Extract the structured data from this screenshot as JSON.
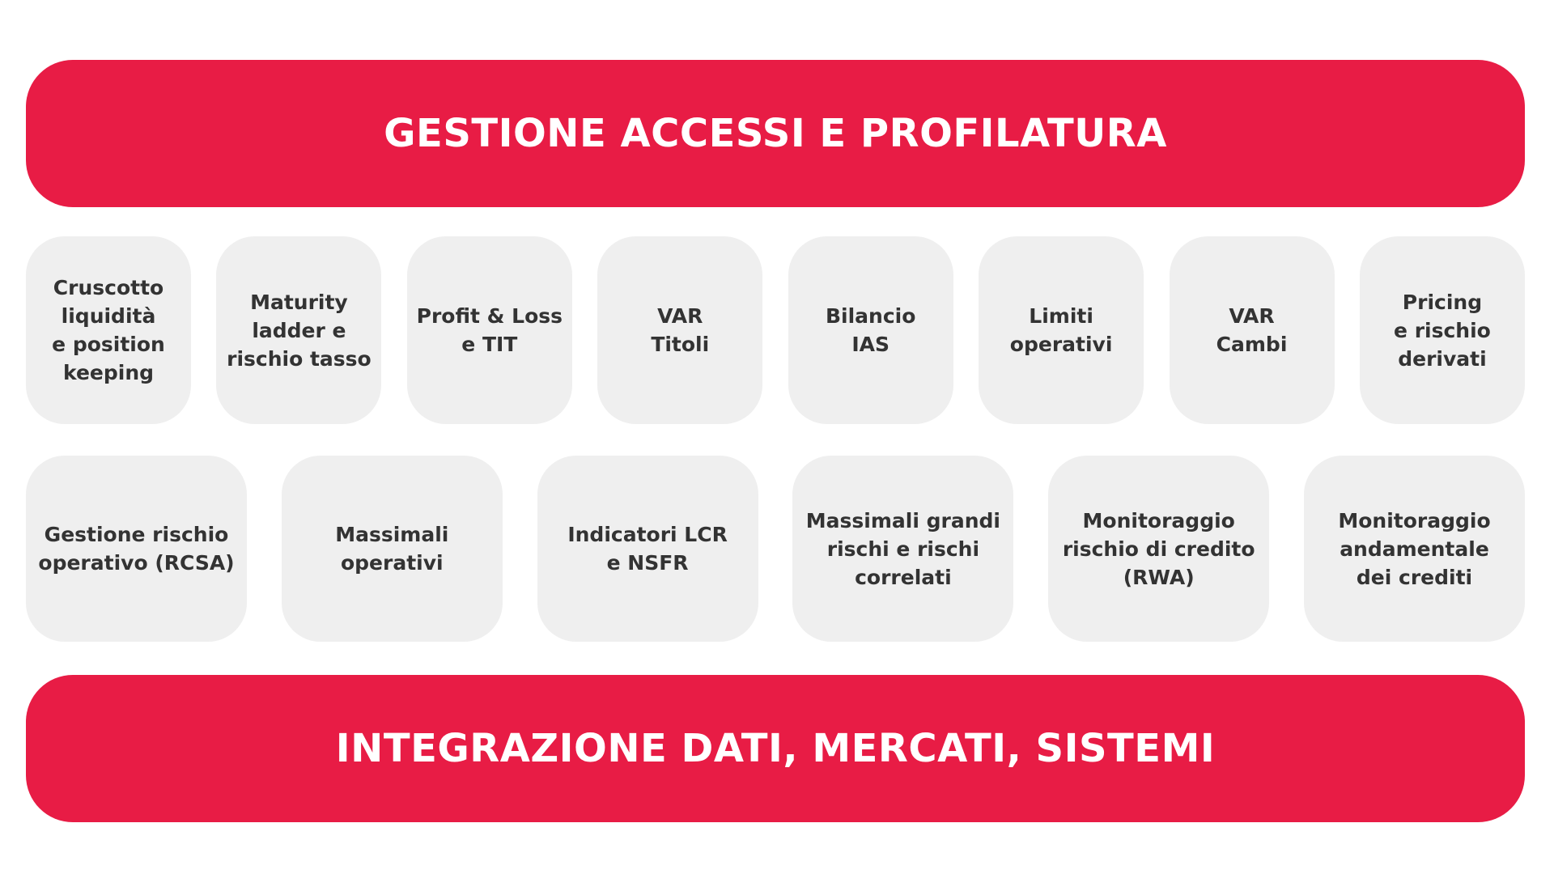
{
  "header": {
    "title": "GESTIONE ACCESSI E PROFILATURA"
  },
  "modules_row_1": [
    {
      "label": "Cruscotto\nliquidità\ne position\nkeeping"
    },
    {
      "label": "Maturity\nladder e\nrischio tasso"
    },
    {
      "label": "Profit & Loss\ne TIT"
    },
    {
      "label": "VAR\nTitoli"
    },
    {
      "label": "Bilancio\nIAS"
    },
    {
      "label": "Limiti\noperativi"
    },
    {
      "label": "VAR\nCambi"
    },
    {
      "label": "Pricing\ne rischio\nderivati"
    }
  ],
  "modules_row_2": [
    {
      "label": "Gestione rischio\noperativo (RCSA)"
    },
    {
      "label": "Massimali\noperativi"
    },
    {
      "label": "Indicatori LCR\ne NSFR"
    },
    {
      "label": "Massimali grandi\nrischi e rischi\ncorrelati"
    },
    {
      "label": "Monitoraggio\nrischio di credito\n(RWA)"
    },
    {
      "label": "Monitoraggio\nandamentale\ndei crediti"
    }
  ],
  "footer": {
    "title": "INTEGRAZIONE DATI, MERCATI, SISTEMI"
  },
  "colors": {
    "banner": "#e81c45",
    "tile": "#efefef",
    "tile_text": "#333333"
  }
}
